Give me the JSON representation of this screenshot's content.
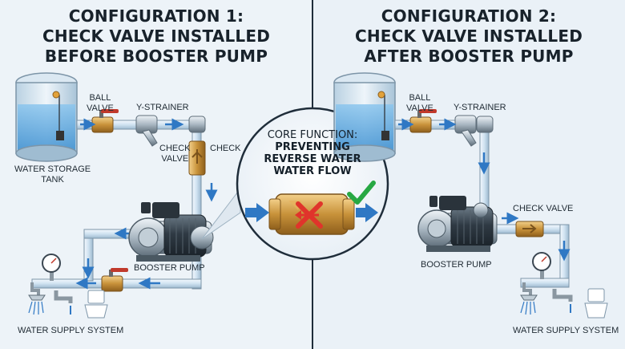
{
  "config1": {
    "title_lines": [
      "CONFIGURATION 1:",
      "CHECK VALVE INSTALLED",
      "BEFORE BOOSTER PUMP"
    ],
    "labels": {
      "ball_valve": [
        "BALL",
        "VALVE"
      ],
      "y_strainer": "Y-STRAINER",
      "check_valve": [
        "CHECK",
        "VALVE"
      ],
      "check": "CHECK",
      "water_storage_tank": [
        "WATER STORAGE",
        "TANK"
      ],
      "booster_pump": "BOOSTER PUMP",
      "water_supply_system": "WATER SUPPLY SYSTEM"
    }
  },
  "config2": {
    "title_lines": [
      "CONFIGURATION 2:",
      "CHECK VALVE INSTALLED",
      "AFTER BOOSTER PUMP"
    ],
    "labels": {
      "ball_valve": [
        "BALL",
        "VALVE"
      ],
      "y_strainer": "Y-STRAINER",
      "check_valve": "CHECK VALVE",
      "booster_pump": "BOOSTER PUMP",
      "water_supply_system": "WATER SUPPLY SYSTEM"
    }
  },
  "core": {
    "lines": [
      "CORE FUNCTION:",
      "PREVENTING",
      "REVERSE WATER",
      "WATER FLOW"
    ]
  },
  "colors": {
    "background": "#e9f1f7",
    "pipe": "#d7e6f2",
    "pipe_outline": "#7d95a8",
    "water": "#6fb0e0",
    "brass": "#c8923a",
    "flow_arrow": "#2f78c4",
    "valve_handle": "#c0392b",
    "accept_check": "#27a843",
    "reject_cross": "#e0342b"
  }
}
